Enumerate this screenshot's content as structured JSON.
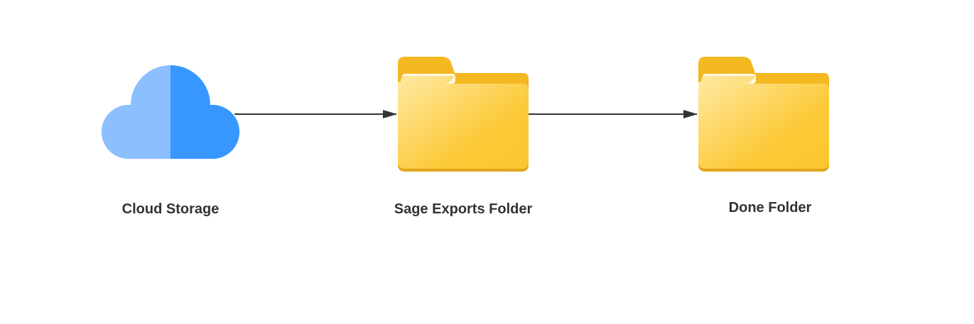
{
  "diagram": {
    "nodes": [
      {
        "id": "cloud",
        "label": "Cloud Storage",
        "icon": "cloud-icon"
      },
      {
        "id": "sage",
        "label": "Sage Exports Folder",
        "icon": "folder-icon"
      },
      {
        "id": "done",
        "label": "Done Folder",
        "icon": "folder-icon"
      }
    ],
    "edges": [
      {
        "from": "cloud",
        "to": "sage"
      },
      {
        "from": "sage",
        "to": "done"
      }
    ],
    "colors": {
      "cloud_light": "#8cbfff",
      "cloud_dark": "#3897ff",
      "folder_back": "#f4b820",
      "folder_front_light": "#ffe79a",
      "folder_front_dark": "#fcc938",
      "folder_shadow": "#e1a61b",
      "arrow": "#333333",
      "label": "#333333"
    }
  }
}
